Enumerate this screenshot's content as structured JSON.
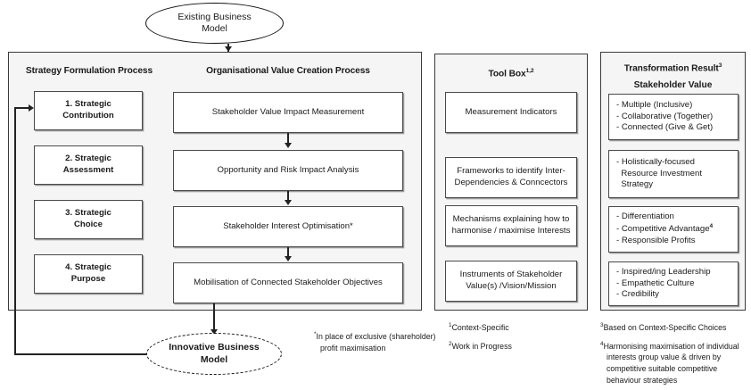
{
  "diagram": {
    "top_node": {
      "line1": "Existing Business",
      "line2": "Model"
    },
    "bottom_node": {
      "line1": "Innovative Business",
      "line2": "Model"
    },
    "columns": {
      "strategy": {
        "title": "Strategy Formulation Process",
        "steps": [
          {
            "line1": "1. Strategic",
            "line2": "Contribution"
          },
          {
            "line1": "2. Strategic",
            "line2": "Assessment"
          },
          {
            "line1": "3. Strategic",
            "line2": "Choice"
          },
          {
            "line1": "4. Strategic",
            "line2": "Purpose"
          }
        ]
      },
      "value_creation": {
        "title": "Organisational Value Creation Process",
        "stages": [
          {
            "text": "Stakeholder Value Impact Measurement"
          },
          {
            "text": "Opportunity and Risk Impact Analysis"
          },
          {
            "text": "Stakeholder Interest Optimisation*"
          },
          {
            "text": "Mobilisation of  Connected Stakeholder Objectives"
          }
        ]
      },
      "toolbox": {
        "title": "Tool Box",
        "title_sup": "1,2",
        "items": [
          {
            "line1": "Measurement Indicators",
            "line2": ""
          },
          {
            "line1": "Frameworks to identify Inter-",
            "line2": "Dependencies  & Conncectors"
          },
          {
            "line1": "Mechanisms explaining how to",
            "line2": "harmonise / maximise  Interests"
          },
          {
            "line1": "Instruments of Stakeholder",
            "line2": "Value(s) /Vision/Mission"
          }
        ]
      },
      "transformation": {
        "title": "Transformation Result",
        "title_sup": "3",
        "subtitle": "Stakeholder Value",
        "items": [
          {
            "line1": "- Multiple  (Inclusive)",
            "line2": "- Collaborative (Together)",
            "line3": "- Connected (Give & Get)"
          },
          {
            "line1": "- Holistically-focused",
            "line2": "  Resource Investment",
            "line3": "  Strategy"
          },
          {
            "line1": "- Differentiation",
            "line2": "- Competitive Advantage",
            "line2_sup": "4",
            "line3": "- Responsible Profits"
          },
          {
            "line1": "- Inspired/ing Leadership",
            "line2": "- Empathetic  Culture",
            "line3": "- Credibility"
          }
        ]
      }
    },
    "footnotes": {
      "star": {
        "marker": "*",
        "line1": "In place of exclusive (shareholder)",
        "line2": "profit maximisation"
      },
      "toolbox": [
        {
          "marker": "1",
          "text": "Context-Specific"
        },
        {
          "marker": "2",
          "text": "Work in Progress"
        }
      ],
      "transformation": [
        {
          "marker": "3",
          "line1": "Based on Context-Specific Choices"
        },
        {
          "marker": "4",
          "line1": "Harmonising maximisation of individual",
          "line2": "interests group value & driven by",
          "line3": "competitive suitable competitive",
          "line4": "behaviour strategies"
        }
      ]
    },
    "colors": {
      "panel_fill": "#f5f5f5",
      "panel_border": "#3a3a3a",
      "box_fill": "#ffffff",
      "box_border": "#4a4a4a",
      "line": "#222222",
      "text": "#1a1a1a"
    }
  }
}
